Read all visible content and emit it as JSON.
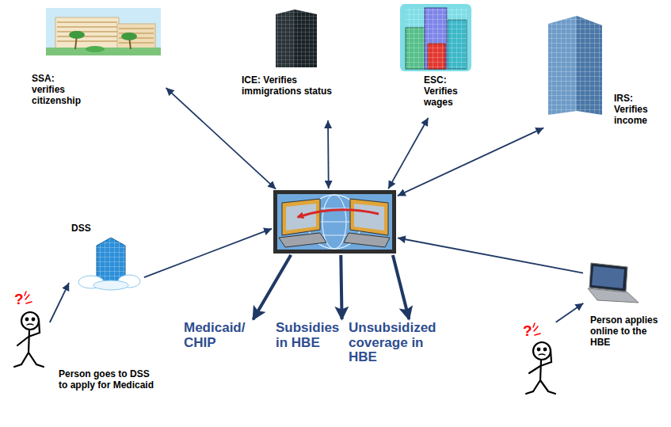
{
  "diagram": {
    "nodes": [
      {
        "text": [
          "SSA: verifies citizenship"
        ]
      },
      {
        "text": [
          "ICE: Verifies immigrations status"
        ]
      },
      {
        "text": [
          "ESC: Verifies wages"
        ]
      },
      {
        "text": [
          "IRS: Verifies income"
        ]
      },
      {
        "text": [
          "DSS"
        ]
      },
      {
        "text": []
      },
      {
        "text": [
          "Person applies online to the HBE"
        ]
      },
      {
        "text": [
          "?"
        ]
      },
      {
        "text": [
          "Medicaid/ CHIP"
        ]
      },
      {
        "text": [
          "Subsidies in HBE"
        ]
      },
      {
        "text": [
          "Unsubsidized coverage in HBE"
        ]
      },
      {
        "text": [
          "?"
        ]
      }
    ],
    "edges": [
      {
        "from": 0,
        "to": 5,
        "arrow": "both"
      },
      {
        "from": 1,
        "to": 5,
        "arrow": "both"
      },
      {
        "from": 2,
        "to": 5,
        "arrow": "both"
      },
      {
        "from": 3,
        "to": 5,
        "arrow": "both"
      },
      {
        "from": 4,
        "to": 5,
        "arrow": "to"
      },
      {
        "from": 7,
        "to": 4,
        "arrow": "to"
      },
      {
        "from": 11,
        "to": 6,
        "arrow": "to"
      },
      {
        "from": 6,
        "to": 5,
        "arrow": "to"
      },
      {
        "from": 5,
        "to": 8,
        "arrow": "to"
      },
      {
        "from": 5,
        "to": 9,
        "arrow": "to"
      },
      {
        "from": 5,
        "to": 10,
        "arrow": "to"
      }
    ],
    "labels": [
      "Person goes to DSS to apply for Medicaid"
    ]
  }
}
